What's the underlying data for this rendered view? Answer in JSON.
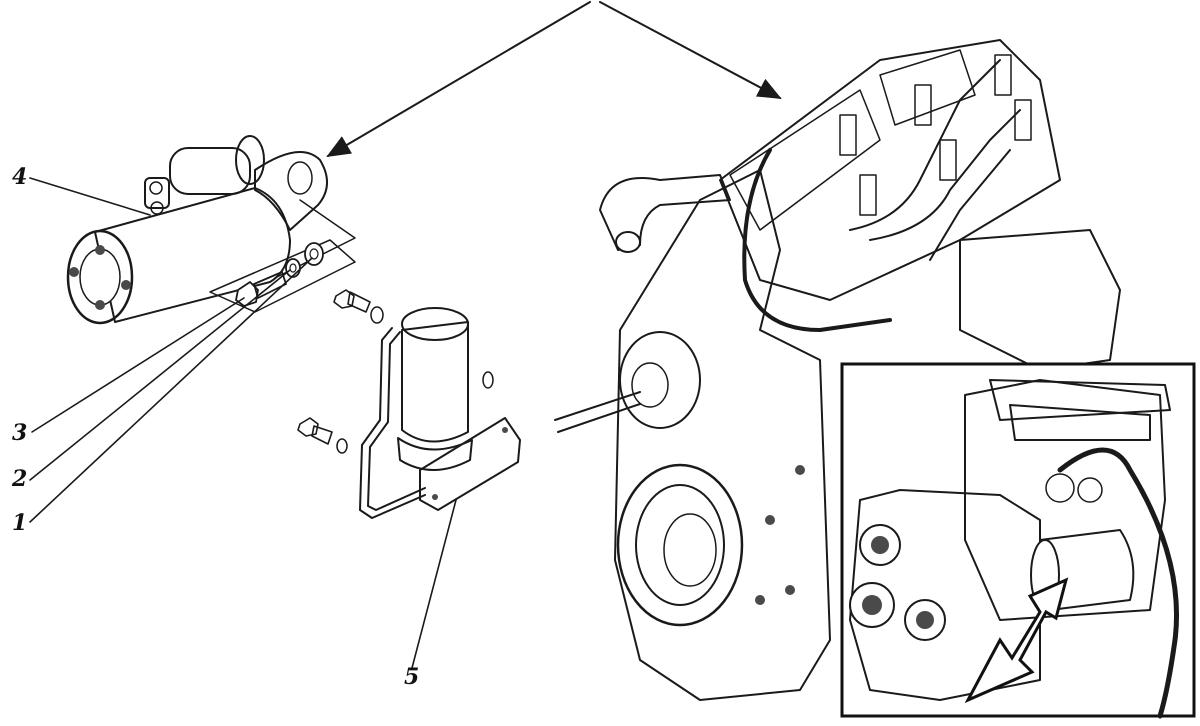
{
  "callouts": [
    {
      "id": "4",
      "label": "4"
    },
    {
      "id": "3",
      "label": "3"
    },
    {
      "id": "2",
      "label": "2"
    },
    {
      "id": "1",
      "label": "1"
    },
    {
      "id": "5",
      "label": "5"
    }
  ],
  "colors": {
    "ink": "#1a1a1a",
    "paper": "#ffffff",
    "shade": "#d9d9d9"
  }
}
